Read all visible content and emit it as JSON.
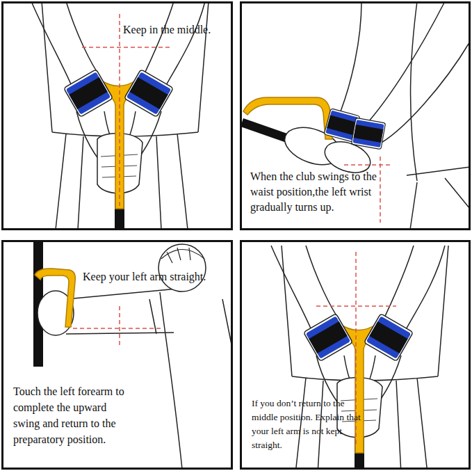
{
  "diagram": {
    "nodes": [
      {
        "text": [
          "Keep in the middle."
        ]
      },
      {
        "text": [
          "When the club swings to the waist position,the left wrist gradually turns up."
        ]
      },
      {
        "text": [
          "Keep your left arm straight.",
          "Touch the left forearm to complete the upward swing and return to the preparatory position."
        ]
      },
      {
        "text": [
          "If you don’t return to the middle position. Explain that your left arm is not kept straight."
        ]
      }
    ]
  }
}
